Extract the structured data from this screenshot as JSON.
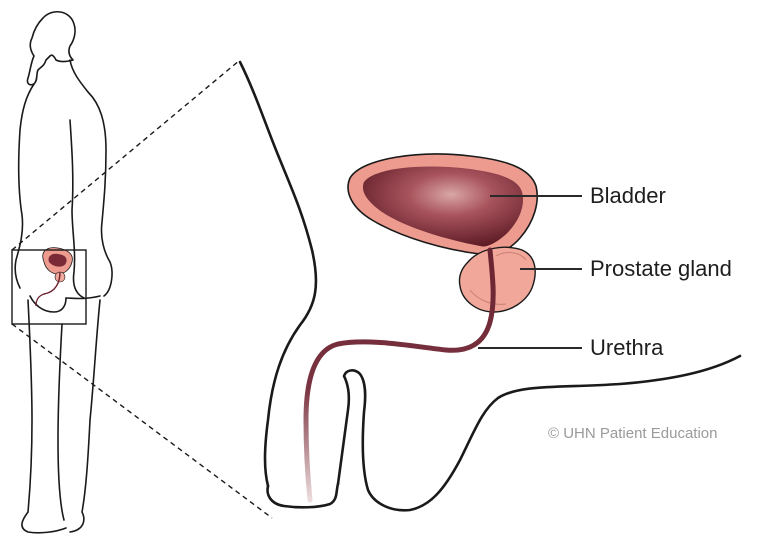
{
  "labels": {
    "bladder": "Bladder",
    "prostate": "Prostate gland",
    "urethra": "Urethra"
  },
  "credit": "© UHN Patient Education",
  "colors": {
    "outline": "#1a1a1a",
    "bladder_wall": "#ee9b8f",
    "bladder_inner_dark": "#5a1722",
    "bladder_inner_light": "#c99090",
    "prostate": "#f1a89a",
    "urethra": "#6a2330",
    "leader_line": "#2a2a2a",
    "credit_text": "#9a9a9a"
  },
  "icons": [
    "human-silhouette-icon",
    "zoom-box-icon"
  ]
}
